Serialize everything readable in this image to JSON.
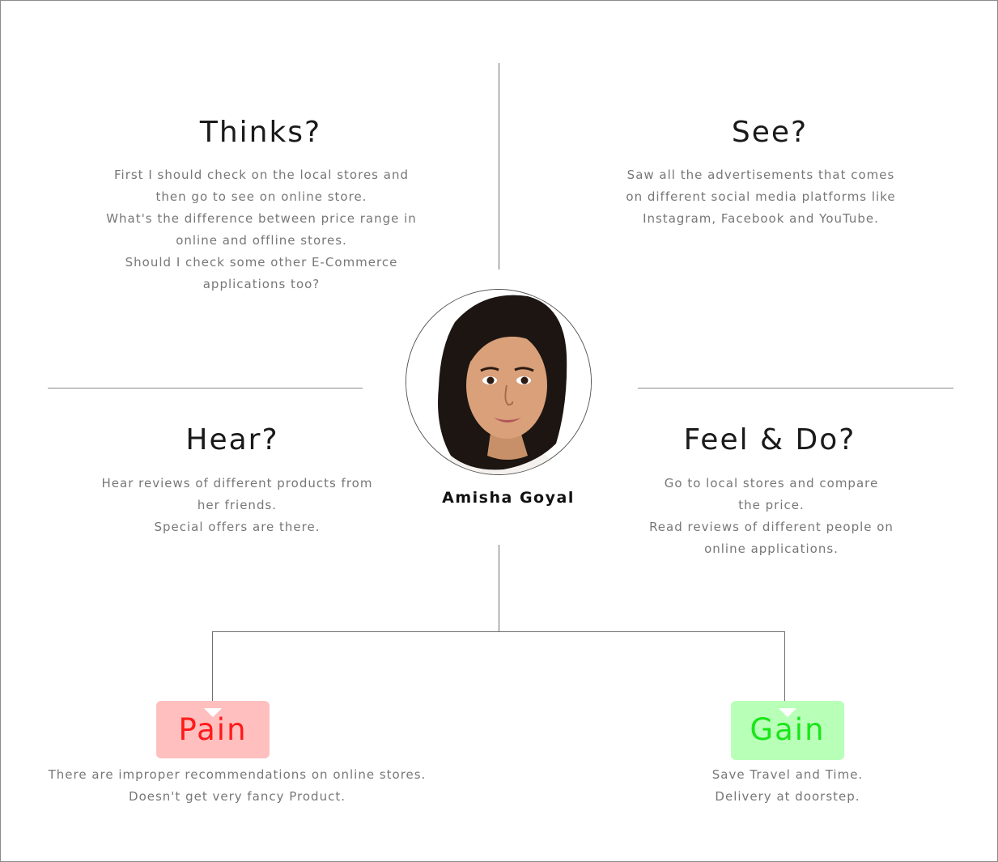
{
  "person": {
    "name": "Amisha Goyal"
  },
  "quadrants": {
    "thinks": {
      "title": "Thinks?",
      "lines": [
        "First I should check on the local stores and",
        "then go to see on online store.",
        "What's the difference between price range in",
        "online and offline stores.",
        "Should I check some other E-Commerce",
        "applications too?"
      ]
    },
    "see": {
      "title": "See?",
      "lines": [
        "Saw all the advertisements that comes",
        "on different social media platforms like",
        "Instagram, Facebook and YouTube."
      ]
    },
    "hear": {
      "title": "Hear?",
      "lines": [
        "Hear reviews of different products from",
        "her friends.",
        "Special offers are there."
      ]
    },
    "feel_do": {
      "title": "Feel & Do?",
      "lines": [
        "Go to local stores and compare",
        "the price.",
        "Read reviews of different people on",
        "online applications."
      ]
    }
  },
  "pain": {
    "label": "Pain",
    "color": "#ff1a1a",
    "background": "#ffbfbf",
    "lines": [
      "There are improper recommendations on online stores.",
      "Doesn't get very fancy Product."
    ]
  },
  "gain": {
    "label": "Gain",
    "color": "#19e619",
    "background": "#b8ffb8",
    "lines": [
      "Save Travel and Time.",
      "Delivery at doorstep."
    ]
  }
}
